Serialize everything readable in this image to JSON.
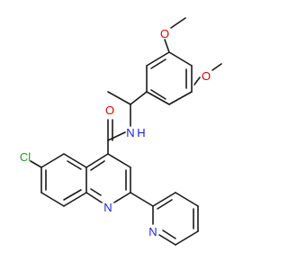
{
  "molecule": {
    "colors": {
      "bond": "#1a1a1a",
      "N": "#1f1fd6",
      "O": "#e00000",
      "Cl": "#1a9e1a",
      "background": "#ffffff"
    },
    "atom_labels": {
      "o_methoxy_top": "O",
      "o_methoxy_right": "O",
      "nh_amide": "N",
      "h_amide": "H",
      "o_carbonyl": "O",
      "cl_substituent": "Cl",
      "n_quinoline": "N",
      "n_pyridine": "N"
    }
  }
}
